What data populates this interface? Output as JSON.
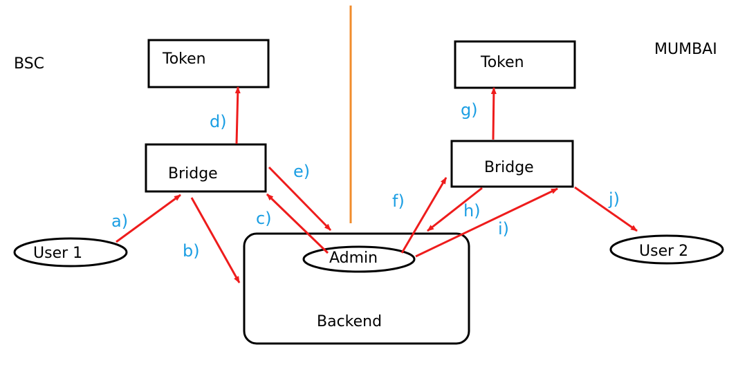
{
  "regions": {
    "left": "BSC",
    "right": "MUMBAI"
  },
  "nodes": {
    "token_left": "Token",
    "token_right": "Token",
    "bridge_left": "Bridge",
    "bridge_right": "Bridge",
    "user1": "User 1",
    "user2": "User 2",
    "admin": "Admin",
    "backend": "Backend"
  },
  "steps": {
    "a": "a)",
    "b": "b)",
    "c": "c)",
    "d": "d)",
    "e": "e)",
    "f": "f)",
    "g": "g)",
    "h": "h)",
    "i": "i)",
    "j": "j)"
  },
  "colors": {
    "arrow": "#ee1c1c",
    "step_label": "#1b9ee3",
    "divider": "#f08c2c",
    "outline": "#000000"
  }
}
